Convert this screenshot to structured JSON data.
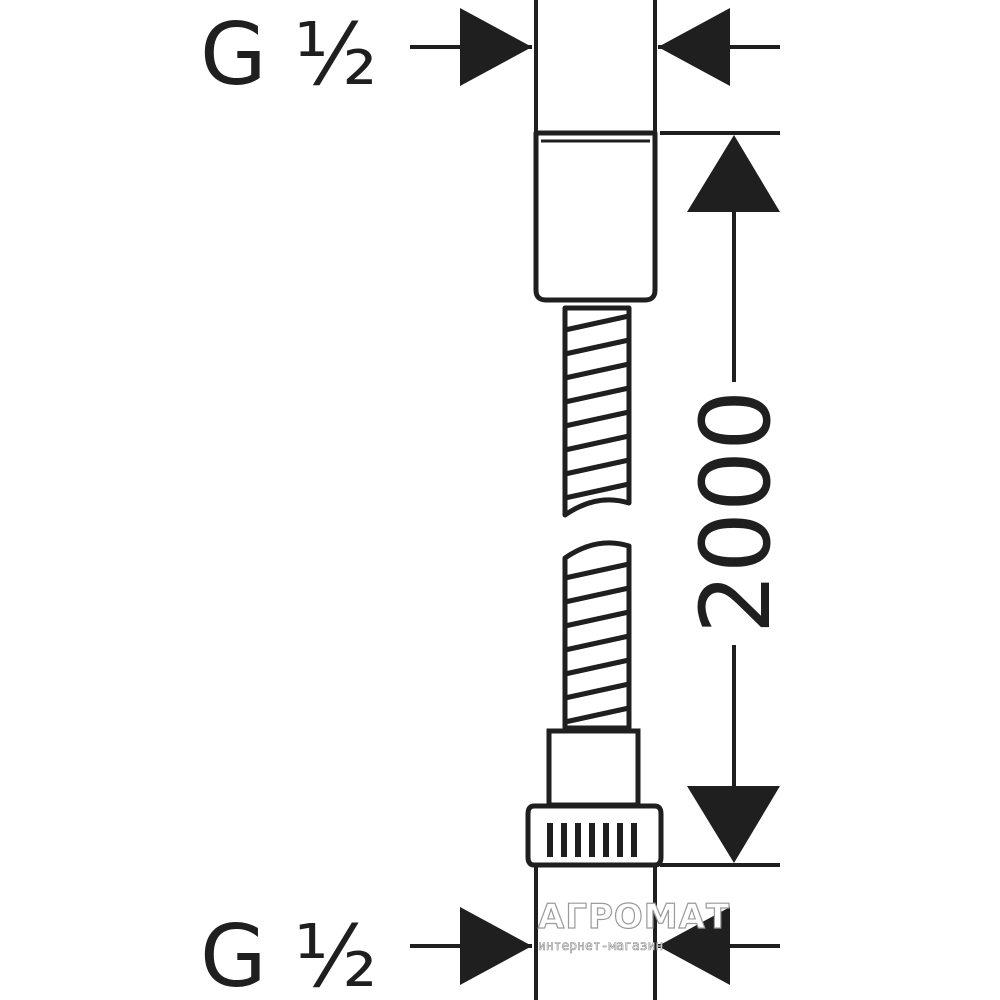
{
  "drawing": {
    "top_thread_label": "G ½",
    "bottom_thread_label": "G ½",
    "length_dimension": "2000",
    "line_color": "#1f1f1f"
  },
  "watermark": {
    "brand": "АГРОМАТ",
    "tagline": "интернет-магазин"
  }
}
